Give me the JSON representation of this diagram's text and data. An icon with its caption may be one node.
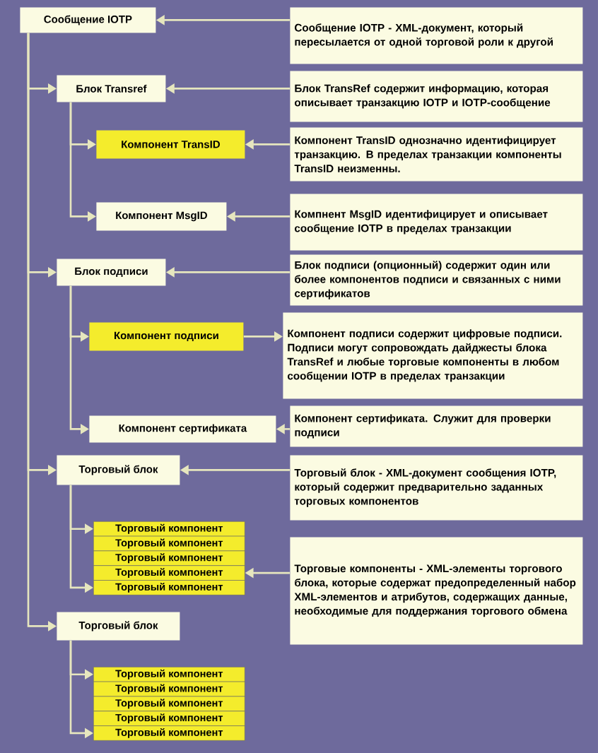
{
  "diagram": {
    "nodes": [
      {
        "text": [
          "Сообщение IOTP"
        ]
      },
      {
        "text": [
          "Сообщение IOTP - XML-документ, который пересылается от одной торговой роли к другой"
        ]
      },
      {
        "text": [
          "Блок Transref"
        ]
      },
      {
        "text": [
          "Блок TransRef содержит информацию, которая описывает транзакцию IOTP и IOTP-сообщение"
        ]
      },
      {
        "text": [
          "Компонент TransID"
        ]
      },
      {
        "text": [
          "Компонент TransID однозначно идентифицирует транзакцию. В пределах транзакции компоненты TransID неизменны."
        ]
      },
      {
        "text": [
          "Компонент MsgID"
        ]
      },
      {
        "text": [
          "Компнент MsgID идентифицирует и описывает сообщение IOTP в пределах транзакции"
        ]
      },
      {
        "text": [
          "Блок подписи"
        ]
      },
      {
        "text": [
          "Блок подписи (опционный) содержит один или более компонентов подписи и связанных с ними сертификатов"
        ]
      },
      {
        "text": [
          "Компонент подписи"
        ]
      },
      {
        "text": [
          "Компонент подписи содержит цифровые подписи. Подписи могут сопровождать дайджесты блока TransRef и любые торговые компоненты в любом сообщении IOTP в пределах транзакции"
        ]
      },
      {
        "text": [
          "Компонент сертификата"
        ]
      },
      {
        "text": [
          "Компонент сертификата. Служит для проверки подписи"
        ]
      },
      {
        "text": [
          "Торговый блок"
        ]
      },
      {
        "text": [
          "Торговый блок - XML-документ сообщения IOTP, который содержит предварительно заданных торговых компонентов"
        ]
      },
      {
        "text": [
          "Торговый компонент"
        ]
      },
      {
        "text": [
          "Торговый компонент"
        ]
      },
      {
        "text": [
          "Торговый компонент"
        ]
      },
      {
        "text": [
          "Торговый компонент"
        ]
      },
      {
        "text": [
          "Торговый компонент"
        ]
      },
      {
        "text": [
          "Торговые компоненты - XML-элементы торгового блока, которые содержат предопределенный набор XML-элементов и атрибутов, содержащих данные, необходимые для поддержания торгового обмена"
        ]
      },
      {
        "text": [
          "Торговый блок"
        ]
      },
      {
        "text": [
          "Торговый компонент"
        ]
      },
      {
        "text": [
          "Торговый компонент"
        ]
      },
      {
        "text": [
          "Торговый компонент"
        ]
      },
      {
        "text": [
          "Торговый компонент"
        ]
      },
      {
        "text": [
          "Торговый компонент"
        ]
      }
    ],
    "edges": [
      {
        "from": 1,
        "to": 0,
        "arrow": "to"
      },
      {
        "from": 3,
        "to": 2,
        "arrow": "to"
      },
      {
        "from": 5,
        "to": 4,
        "arrow": "to"
      },
      {
        "from": 7,
        "to": 6,
        "arrow": "to"
      },
      {
        "from": 9,
        "to": 8,
        "arrow": "to"
      },
      {
        "from": 10,
        "to": 11,
        "arrow": "to"
      },
      {
        "from": 13,
        "to": 12,
        "arrow": "to"
      },
      {
        "from": 15,
        "to": 14,
        "arrow": "to"
      },
      {
        "from": 21,
        "to": 19,
        "arrow": "to"
      },
      {
        "from": 0,
        "to": 2,
        "arrow": "to"
      },
      {
        "from": 0,
        "to": 8,
        "arrow": "to"
      },
      {
        "from": 0,
        "to": 14,
        "arrow": "to"
      },
      {
        "from": 0,
        "to": 22,
        "arrow": "to"
      },
      {
        "from": 2,
        "to": 4,
        "arrow": "to"
      },
      {
        "from": 2,
        "to": 6,
        "arrow": "to"
      },
      {
        "from": 8,
        "to": 10,
        "arrow": "to"
      },
      {
        "from": 8,
        "to": 12,
        "arrow": "to"
      },
      {
        "from": 14,
        "to": 16,
        "arrow": "to"
      },
      {
        "from": 14,
        "to": 20,
        "arrow": "to"
      },
      {
        "from": 22,
        "to": 23,
        "arrow": "to"
      },
      {
        "from": 22,
        "to": 27,
        "arrow": "to"
      }
    ]
  }
}
